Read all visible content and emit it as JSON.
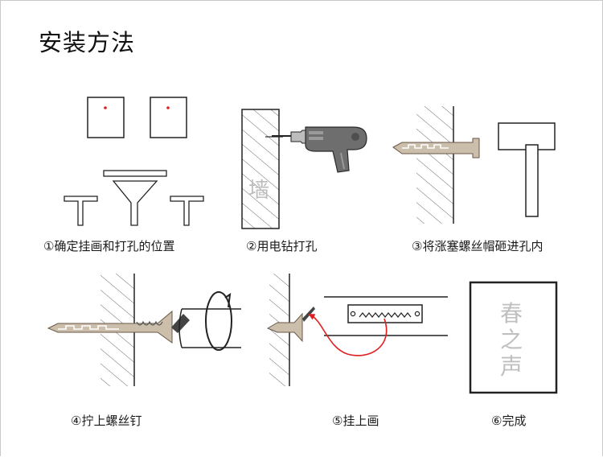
{
  "title": "安装方法",
  "steps": [
    {
      "caption": "①确定挂画和打孔的位置"
    },
    {
      "caption": "②用电钻打孔",
      "wall_text": "墙"
    },
    {
      "caption": "③将涨塞螺丝帽砸进孔内"
    },
    {
      "caption": "④拧上螺丝钉"
    },
    {
      "caption": "⑤挂上画"
    },
    {
      "caption": "⑥完成",
      "frame_text": [
        "春",
        "之",
        "声"
      ]
    }
  ],
  "colors": {
    "line": "#222222",
    "hatch": "#555555",
    "anchor_fill": "#cbbeaa",
    "drill_body": "#6e6e6e",
    "marker": "#e02020",
    "hanging_path": "#e02020",
    "faint_text": "#c6c6c6"
  },
  "icons": [
    "power-drill-icon",
    "hammer-icon",
    "screwdriver-icon",
    "rotate-arrow-icon",
    "sawtooth-hanger-icon",
    "wall-anchor-icon"
  ]
}
